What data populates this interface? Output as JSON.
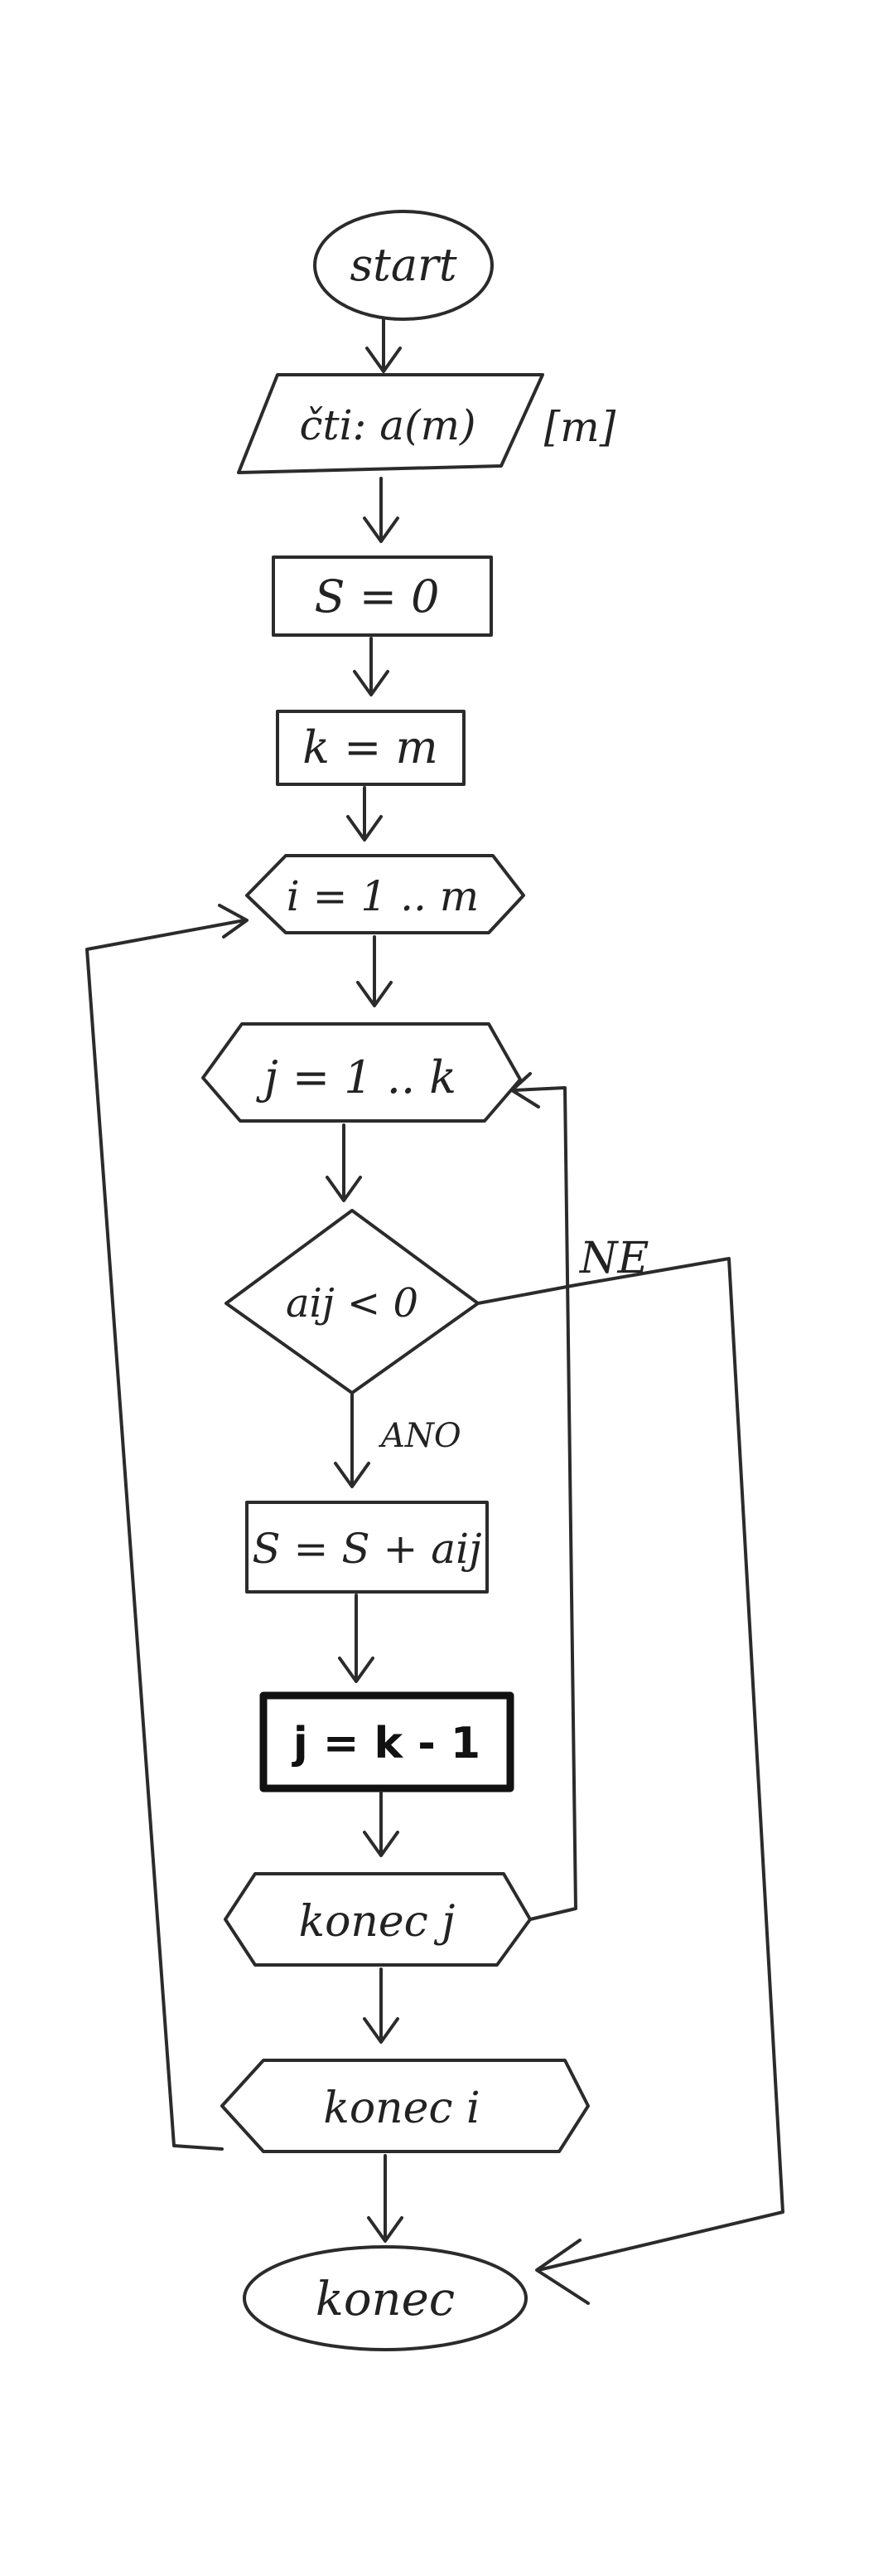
{
  "nodes": {
    "start": "start",
    "read": "čti: a(m)",
    "read_extra": "[m]",
    "s_init": "S = 0",
    "k_init": "k = m",
    "loop_i": "i = 1 .. m",
    "loop_j": "j = 1 .. k",
    "cond": "aij < 0",
    "s_add": "S = S + aij",
    "j_set": "j = k - 1",
    "end_j": "konec j",
    "end_i": "konec i",
    "end": "konec"
  },
  "edge_labels": {
    "yes": "ANO",
    "no": "NE"
  }
}
